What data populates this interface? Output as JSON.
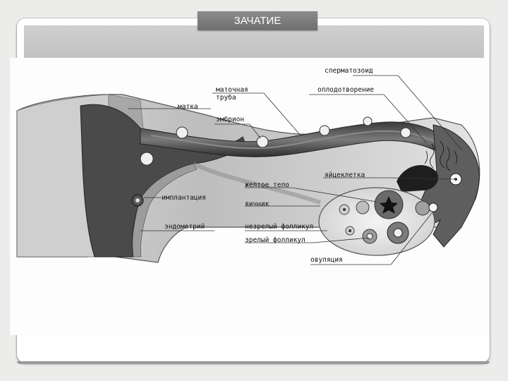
{
  "slide": {
    "title": "ЗАЧАТИЕ"
  },
  "labels": {
    "sperm": "сперматозоид",
    "tube": "маточная\nтруба",
    "fertilization": "оплодотворение",
    "uterus": "матка",
    "embryo": "эмбрион",
    "egg": "яйцеклетка",
    "corpus_luteum": "желтое тело",
    "implantation": "имплантация",
    "ovary": "яичник",
    "endometrium": "эндометрий",
    "immature_follicle": "незрелый фолликул",
    "mature_follicle": "зрелый фолликул",
    "ovulation": "овуляция"
  }
}
